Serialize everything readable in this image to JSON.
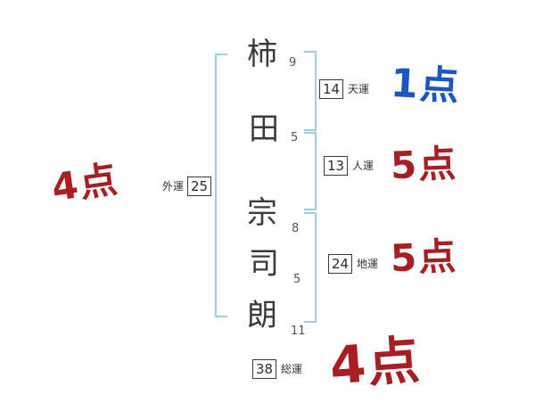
{
  "name_chart": {
    "characters": [
      {
        "char": "柿",
        "strokes": "9"
      },
      {
        "char": "田",
        "strokes": "5"
      },
      {
        "char": "宗",
        "strokes": "8"
      },
      {
        "char": "司",
        "strokes": "5"
      },
      {
        "char": "朗",
        "strokes": "11"
      }
    ],
    "fortunes": {
      "gaiun": {
        "label": "外運",
        "value": "25",
        "score": "4点"
      },
      "tenun": {
        "label": "天運",
        "value": "14",
        "score": "1点"
      },
      "jinun": {
        "label": "人運",
        "value": "13",
        "score": "5点"
      },
      "chiun": {
        "label": "地運",
        "value": "24",
        "score": "5点"
      },
      "souun": {
        "label": "総運",
        "value": "38",
        "score": "4点"
      }
    },
    "colors": {
      "bracket_blue": "#9fcfe8",
      "score_red": "#a81e22",
      "score_blue": "#1c56c0",
      "ink": "#3b3b3b"
    }
  }
}
